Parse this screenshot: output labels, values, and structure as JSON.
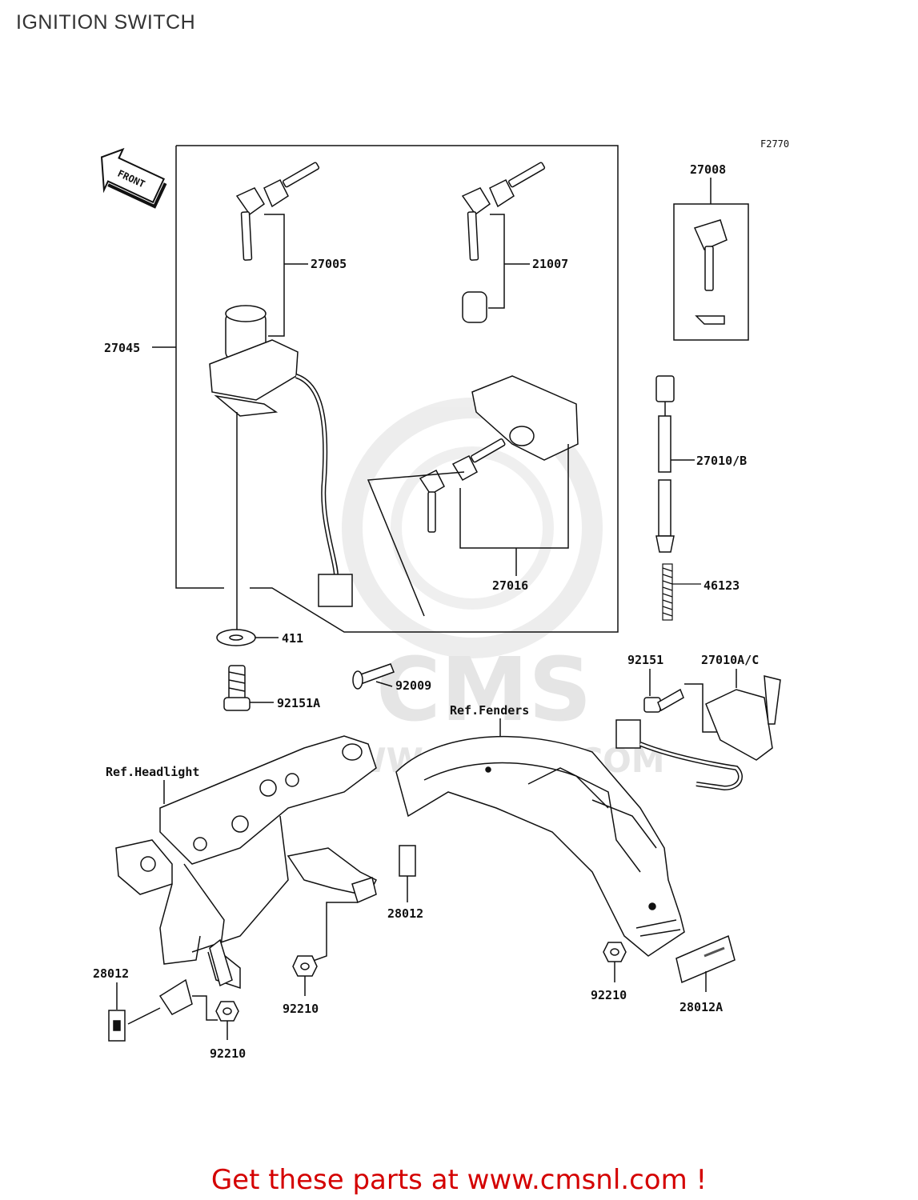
{
  "title": "IGNITION SWITCH",
  "diagram_code": "F2770",
  "front_label": "FRONT",
  "labels": {
    "p27005": "27005",
    "p21007": "21007",
    "p27008": "27008",
    "p27045": "27045",
    "p27010B": "27010/B",
    "p27016": "27016",
    "p46123": "46123",
    "p411": "411",
    "p92151": "92151",
    "p27010AC": "27010A/C",
    "p92009": "92009",
    "p92151A": "92151A",
    "ref_fenders": "Ref.Fenders",
    "ref_headlight": "Ref.Headlight",
    "p28012_right": "28012",
    "p28012_left": "28012",
    "p92210_mid": "92210",
    "p92210_right": "92210",
    "p92210_bottom": "92210",
    "p28012A": "28012A"
  },
  "watermark": {
    "brand": "CMS",
    "url": "WWW.CMSNL.COM"
  },
  "footer": "Get these parts at www.cmsnl.com !"
}
